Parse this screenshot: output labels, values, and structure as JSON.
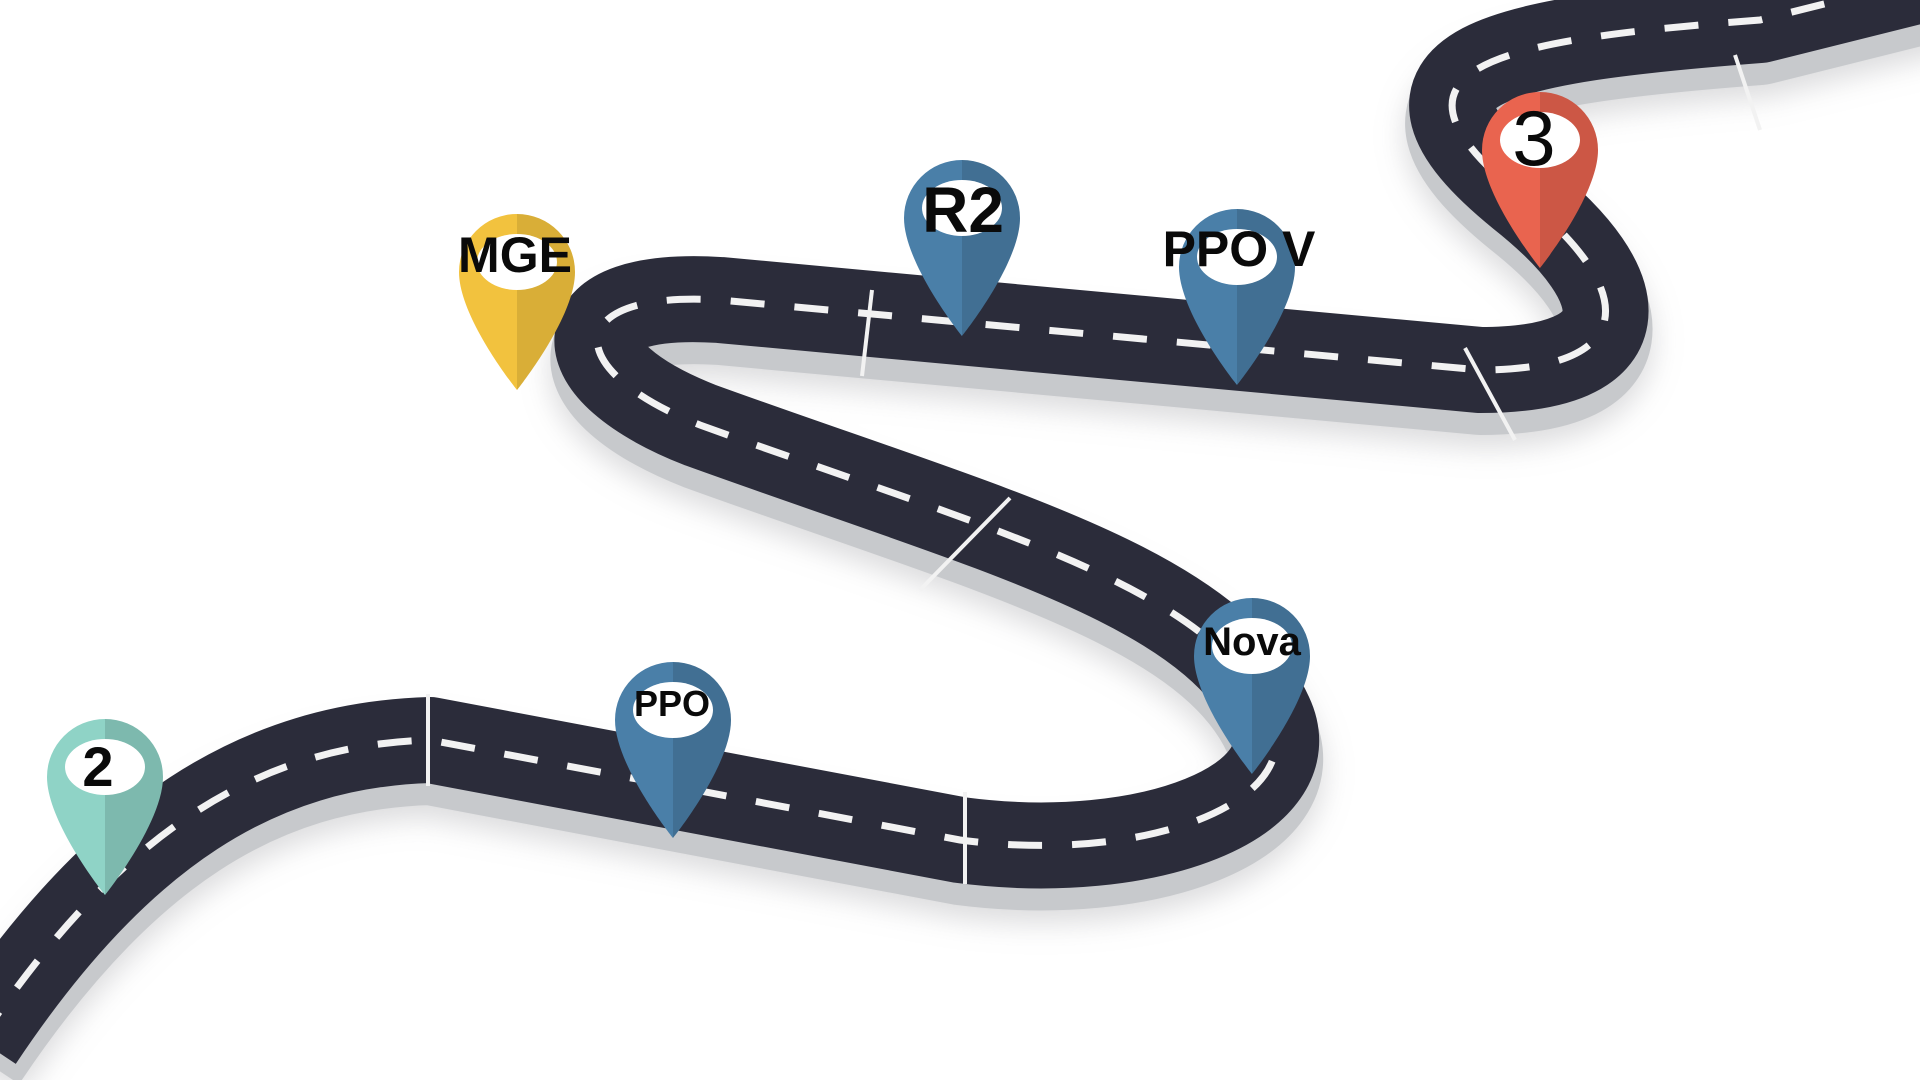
{
  "roadmap": {
    "colors": {
      "road": "#2b2c3a",
      "road_edge": "#c7c9cc",
      "lane_marking": "#f2f2f2",
      "pin_teal": "#8fd3c6",
      "pin_blue": "#4a7fa8",
      "pin_yellow": "#f2c23e",
      "pin_red": "#e9644f"
    },
    "milestones": [
      {
        "label": "2",
        "color": "pin_teal",
        "icon": "location-pin-icon"
      },
      {
        "label": "PPO",
        "color": "pin_blue",
        "icon": "location-pin-icon"
      },
      {
        "label": "Nova",
        "color": "pin_blue",
        "icon": "location-pin-icon"
      },
      {
        "label": "MGE",
        "color": "pin_yellow",
        "icon": "location-pin-icon"
      },
      {
        "label": "R2",
        "color": "pin_blue",
        "icon": "location-pin-icon"
      },
      {
        "label": "PPO V",
        "color": "pin_blue",
        "icon": "location-pin-icon"
      },
      {
        "label": "3",
        "color": "pin_red",
        "icon": "location-pin-icon"
      }
    ]
  }
}
